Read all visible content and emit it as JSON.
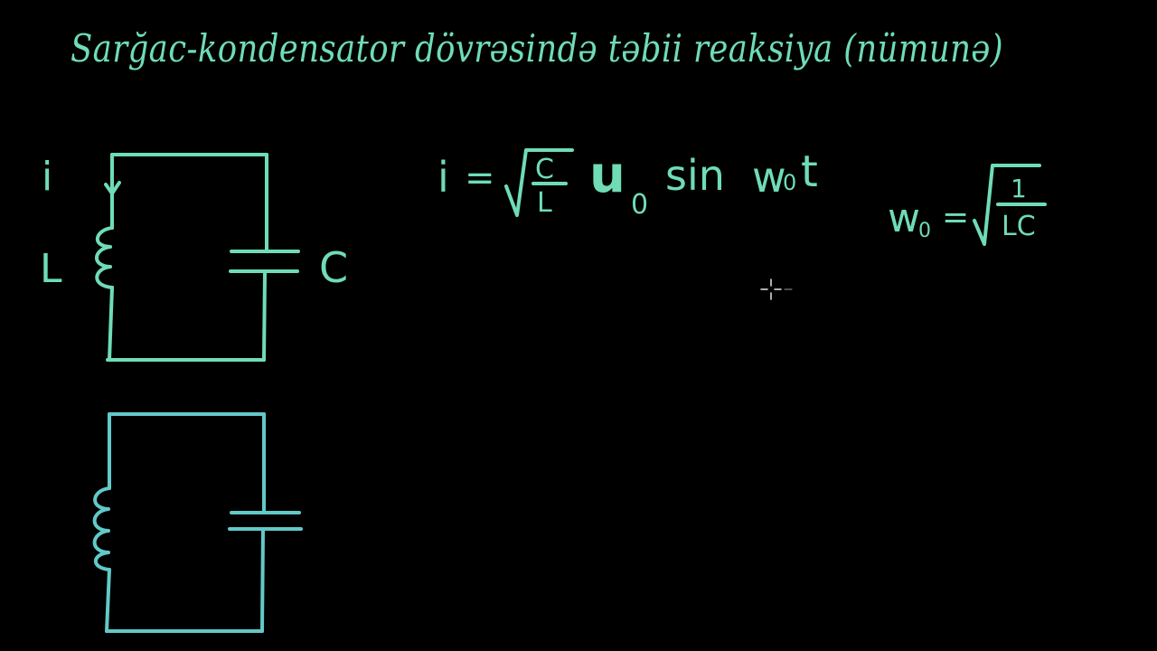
{
  "colors": {
    "background": "#000000",
    "ink": "#6fdcb6",
    "ink_blue": "#62c9c8"
  },
  "title": "Sarğac-kondensator dövrəsində təbii reaksiya (nümunə)",
  "circuit1": {
    "current_label": "i",
    "inductor_label": "L",
    "capacitor_label": "C"
  },
  "equation_current": {
    "lhs": "i",
    "equals": "=",
    "frac_num": "C",
    "frac_den": "L",
    "amp_symbol": "u",
    "amp_sub": "0",
    "func": "sin",
    "omega": "w",
    "omega_sub": "0",
    "t": "t"
  },
  "equation_omega": {
    "omega": "w",
    "omega_sub": "0",
    "equals": "=",
    "frac_num": "1",
    "frac_den": "LC"
  },
  "cursor_icon": "crosshair-cursor-icon"
}
